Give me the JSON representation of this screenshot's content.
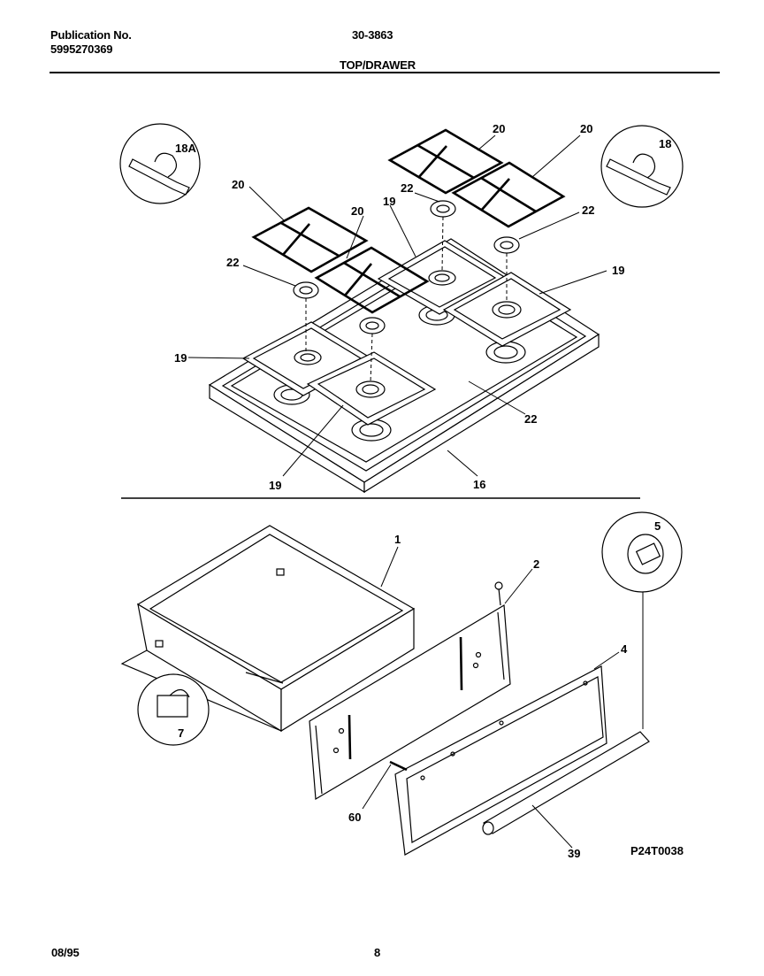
{
  "header": {
    "publication_label": "Publication No.",
    "publication_number": "5995270369",
    "model": "30-3863",
    "section_title": "TOP/DRAWER"
  },
  "callouts": {
    "c18a": "18A",
    "c18": "18",
    "c20a": "20",
    "c20b": "20",
    "c20c": "20",
    "c20d": "20",
    "c22a": "22",
    "c22b": "22",
    "c22c": "22",
    "c22d": "22",
    "c19a": "19",
    "c19b": "19",
    "c19c": "19",
    "c19d": "19",
    "c16": "16",
    "c1": "1",
    "c2": "2",
    "c4": "4",
    "c5": "5",
    "c7": "7",
    "c39": "39",
    "c60": "60"
  },
  "drawing_code": "P24T0038",
  "footer": {
    "date": "08/95",
    "page": "8"
  }
}
